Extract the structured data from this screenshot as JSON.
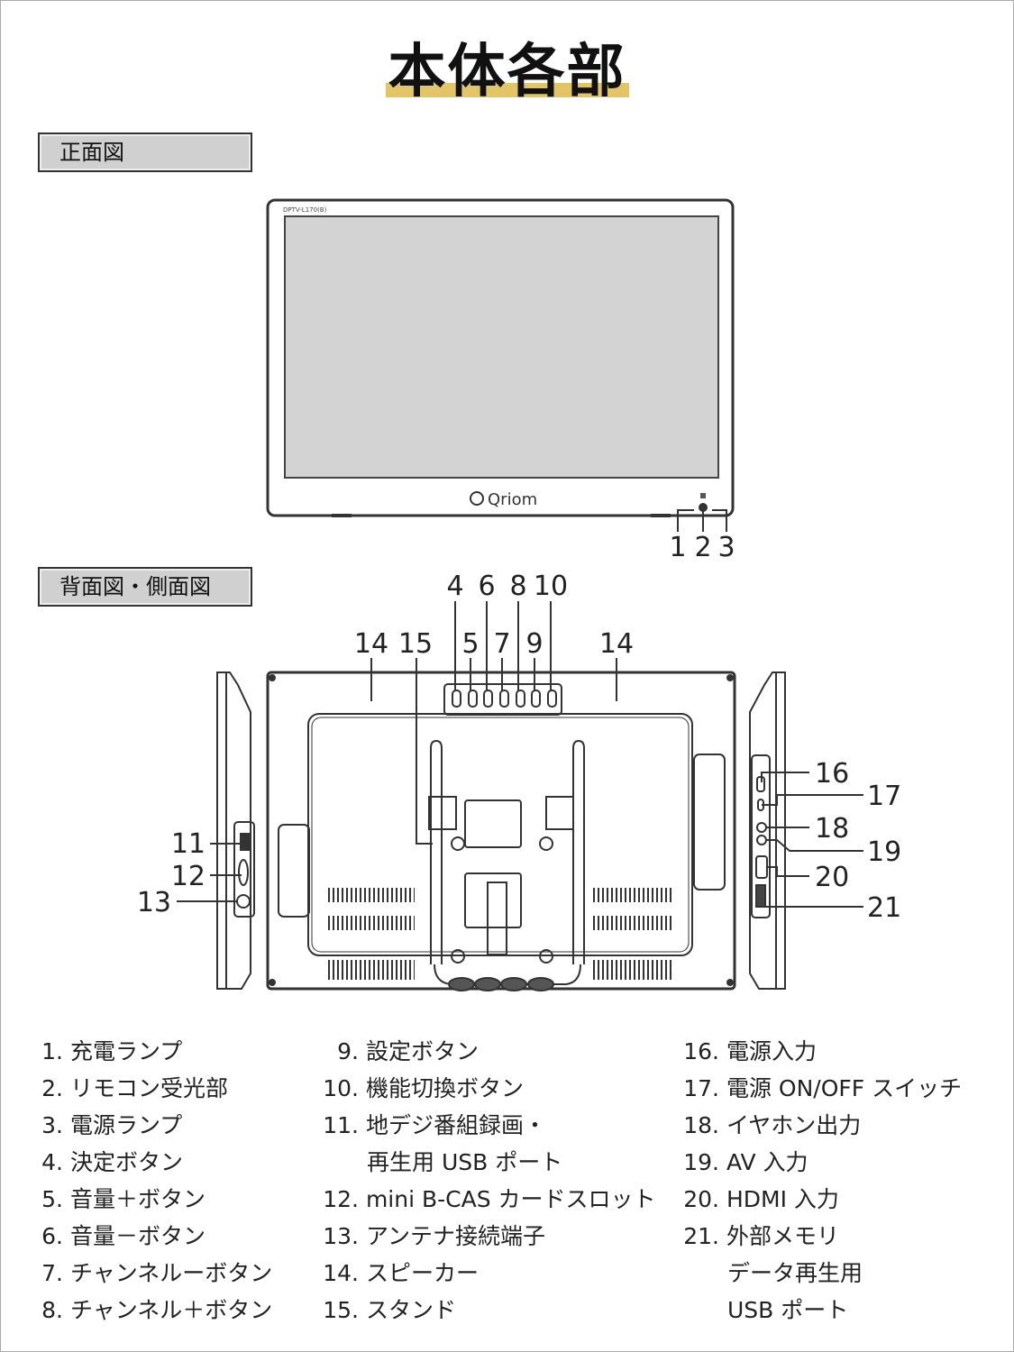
{
  "title": "本体各部",
  "colors": {
    "title_underline": "#e3c466",
    "section_bg": "#d0d0d0",
    "screen": "#d3d3d3"
  },
  "sections": {
    "front": "正面図",
    "back": "背面図・側面図"
  },
  "front": {
    "model": "DPTV-L170(B)",
    "logo": "Qriom",
    "callouts": [
      "1",
      "2",
      "3"
    ]
  },
  "back": {
    "callouts": {
      "c4": "4",
      "c6": "6",
      "c8": "8",
      "c10": "10",
      "c14a": "14",
      "c15": "15",
      "c5": "5",
      "c7": "7",
      "c9": "9",
      "c14b": "14",
      "c11": "11",
      "c12": "12",
      "c13": "13",
      "c16": "16",
      "c17": "17",
      "c18": "18",
      "c19": "19",
      "c20": "20",
      "c21": "21"
    }
  },
  "legend": {
    "col1": [
      {
        "n": "1.",
        "t": "充電ランプ"
      },
      {
        "n": "2.",
        "t": "リモコン受光部"
      },
      {
        "n": "3.",
        "t": "電源ランプ"
      },
      {
        "n": "4.",
        "t": "決定ボタン"
      },
      {
        "n": "5.",
        "t": "音量＋ボタン"
      },
      {
        "n": "6.",
        "t": "音量－ボタン"
      },
      {
        "n": "7.",
        "t": "チャンネルーボタン"
      },
      {
        "n": "8.",
        "t": "チャンネル＋ボタン"
      }
    ],
    "col2": [
      {
        "n": "9.",
        "t": "設定ボタン"
      },
      {
        "n": "10.",
        "t": "機能切換ボタン"
      },
      {
        "n": "11.",
        "t": "地デジ番組録画・",
        "t2": "再生用 USB ポート"
      },
      {
        "n": "12.",
        "t": "mini B-CAS カードスロット"
      },
      {
        "n": "13.",
        "t": "アンテナ接続端子"
      },
      {
        "n": "14.",
        "t": "スピーカー"
      },
      {
        "n": "15.",
        "t": "スタンド"
      }
    ],
    "col3": [
      {
        "n": "16.",
        "t": "電源入力"
      },
      {
        "n": "17.",
        "t": "電源 ON/OFF スイッチ"
      },
      {
        "n": "18.",
        "t": "イヤホン出力"
      },
      {
        "n": "19.",
        "t": "AV 入力"
      },
      {
        "n": "20.",
        "t": "HDMI 入力"
      },
      {
        "n": "21.",
        "t": "外部メモリ",
        "t2": "データ再生用",
        "t3": "USB ポート"
      }
    ]
  }
}
